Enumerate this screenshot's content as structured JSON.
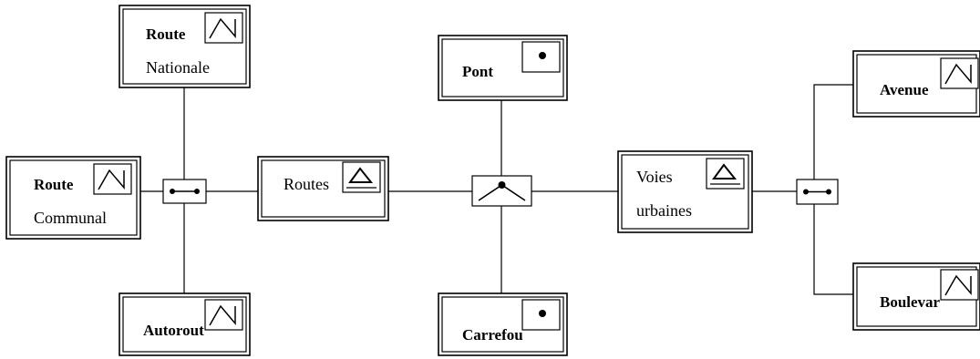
{
  "diagram": {
    "nodes": [
      {
        "id": "route-nationale",
        "lines": [
          {
            "text": "Route",
            "bold": true
          },
          {
            "text": "Nationale",
            "bold": false
          }
        ],
        "symbol": "line"
      },
      {
        "id": "route-communal",
        "lines": [
          {
            "text": "Route",
            "bold": true
          },
          {
            "text": "Communal",
            "bold": false
          }
        ],
        "symbol": "line"
      },
      {
        "id": "autorout",
        "lines": [
          {
            "text": "Autorout",
            "bold": true
          }
        ],
        "symbol": "line"
      },
      {
        "id": "routes",
        "lines": [
          {
            "text": "Routes",
            "bold": false
          }
        ],
        "symbol": "triangle"
      },
      {
        "id": "pont",
        "lines": [
          {
            "text": "Pont",
            "bold": true
          }
        ],
        "symbol": "point"
      },
      {
        "id": "carrefou",
        "lines": [
          {
            "text": "Carrefou",
            "bold": true
          }
        ],
        "symbol": "point"
      },
      {
        "id": "voies-urbaines",
        "lines": [
          {
            "text": "Voies",
            "bold": false
          },
          {
            "text": "urbaines",
            "bold": false
          }
        ],
        "symbol": "triangle"
      },
      {
        "id": "avenue",
        "lines": [
          {
            "text": "Avenue",
            "bold": true
          }
        ],
        "symbol": "line"
      },
      {
        "id": "boulevar",
        "lines": [
          {
            "text": "Boulevar",
            "bold": true
          }
        ],
        "symbol": "line"
      }
    ],
    "connectors": [
      {
        "id": "junction-left",
        "type": "line-segment"
      },
      {
        "id": "junction-center",
        "type": "angle"
      },
      {
        "id": "junction-right",
        "type": "line-segment"
      }
    ],
    "edges": [
      [
        "route-nationale",
        "junction-left"
      ],
      [
        "route-communal",
        "junction-left"
      ],
      [
        "autorout",
        "junction-left"
      ],
      [
        "junction-left",
        "routes"
      ],
      [
        "routes",
        "junction-center"
      ],
      [
        "pont",
        "junction-center"
      ],
      [
        "carrefou",
        "junction-center"
      ],
      [
        "junction-center",
        "voies-urbaines"
      ],
      [
        "voies-urbaines",
        "junction-right"
      ],
      [
        "junction-right",
        "avenue"
      ],
      [
        "junction-right",
        "boulevar"
      ]
    ]
  }
}
